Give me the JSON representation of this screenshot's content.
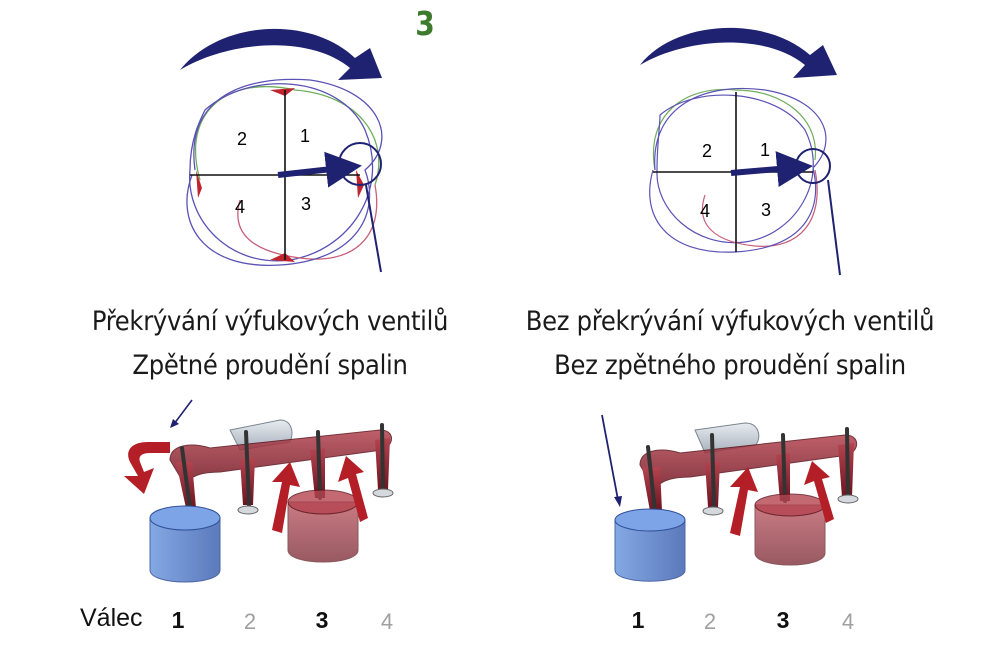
{
  "slide_number": "3",
  "colors": {
    "accent_green": "#3c7a2d",
    "arrow_navy": "#1f2270",
    "exhaust_red": "#8c1c28",
    "cylinder_blue": "#4d78c8"
  },
  "left_panel": {
    "quadrants": [
      "2",
      "1",
      "4",
      "3"
    ],
    "caption_line1": "Překrývání výfukových ventilů",
    "caption_line2": "Zpětné proudění spalin",
    "row_label": "Válec",
    "cylinders": [
      {
        "label": "1",
        "active": true
      },
      {
        "label": "2",
        "active": false
      },
      {
        "label": "3",
        "active": true
      },
      {
        "label": "4",
        "active": false
      }
    ]
  },
  "right_panel": {
    "quadrants": [
      "2",
      "1",
      "4",
      "3"
    ],
    "caption_line1": "Bez překrývání výfukových ventilů",
    "caption_line2": "Bez zpětného proudění spalin",
    "cylinders": [
      {
        "label": "1",
        "active": true
      },
      {
        "label": "2",
        "active": false
      },
      {
        "label": "3",
        "active": true
      },
      {
        "label": "4",
        "active": false
      }
    ]
  }
}
